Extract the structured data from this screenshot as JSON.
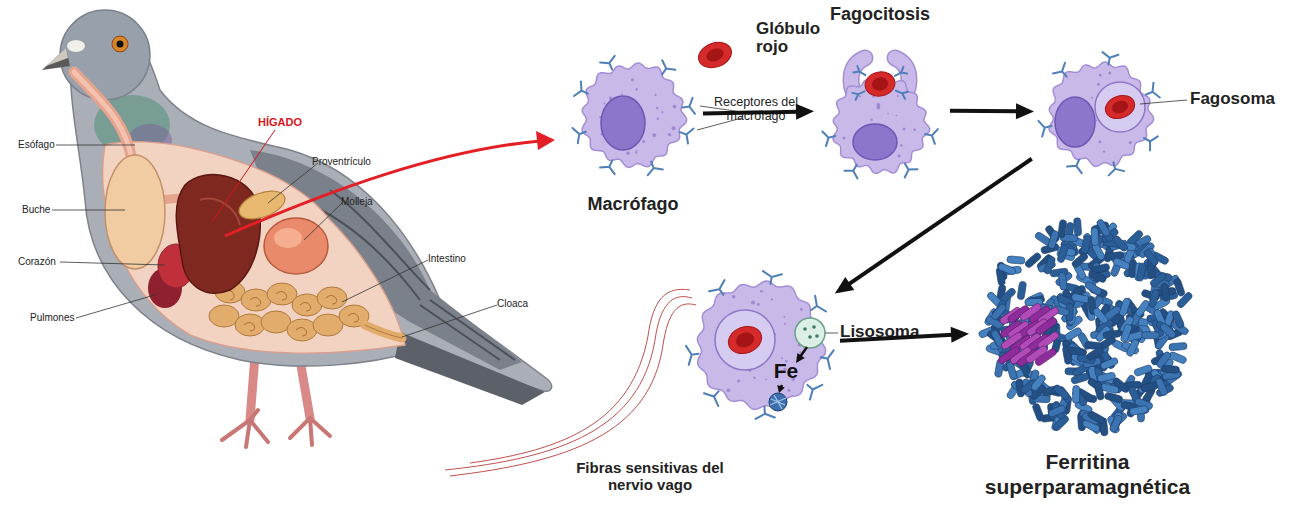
{
  "diagram": {
    "nodes": [
      {
        "text": [
          "Macrófago"
        ]
      },
      {
        "text": [
          "Fagocitosis"
        ]
      },
      {
        "text": [
          "Fagosoma"
        ]
      },
      {
        "text": [
          "Fe",
          "Lisosoma"
        ]
      },
      {
        "text": [
          "Ferritina superparamagnética"
        ]
      }
    ],
    "edges": [
      {
        "from": 0,
        "to": 1,
        "arrow": "to"
      },
      {
        "from": 1,
        "to": 2,
        "arrow": "to"
      },
      {
        "from": 2,
        "to": 3,
        "arrow": "to"
      },
      {
        "from": 3,
        "to": 4,
        "arrow": "to"
      }
    ],
    "labels": [
      "Esófago",
      "Buche",
      "Corazón",
      "Pulmones",
      "HÍGADO",
      "Proventrículo",
      "Molleja",
      "Intestino",
      "Cloaca",
      "Glóbulo rojo",
      "Receptores del macrófago",
      "Fibras sensitivas del nervio vago"
    ]
  }
}
